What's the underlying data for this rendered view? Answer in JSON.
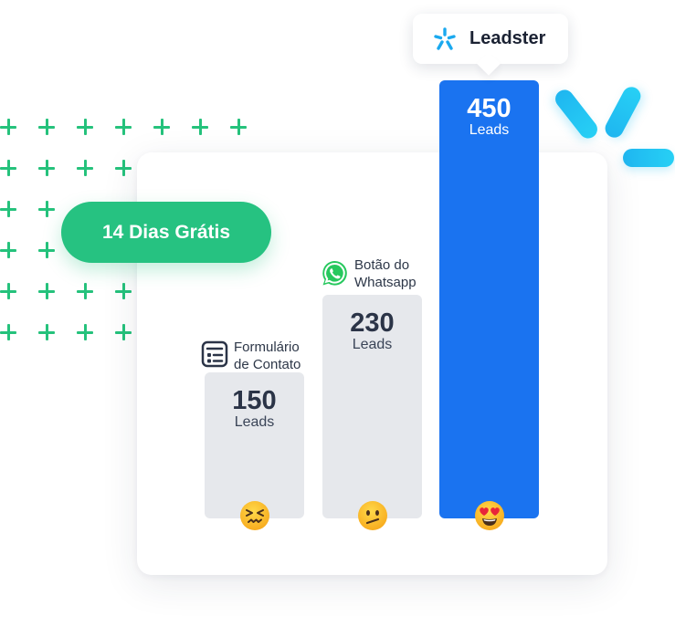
{
  "promo": {
    "label": "14 Dias Grátis"
  },
  "brand": {
    "name": "Leadster",
    "accent": "#1a73f0",
    "icon": "leadster-logo-icon"
  },
  "chart_data": {
    "type": "bar",
    "categories": [
      "Formulário de Contato",
      "Botão do Whatsapp",
      "Leadster"
    ],
    "values": [
      150,
      230,
      450
    ],
    "unit": "Leads",
    "bars": [
      {
        "value": 150,
        "value_text": "150",
        "unit": "Leads",
        "label_lines": [
          "Formulário",
          "de Contato"
        ],
        "icon": "form-icon",
        "emoji": "confounded-face-emoji",
        "color": "#e6e8ec"
      },
      {
        "value": 230,
        "value_text": "230",
        "unit": "Leads",
        "label_lines": [
          "Botão do",
          "Whatsapp"
        ],
        "icon": "whatsapp-icon",
        "emoji": "confused-face-emoji",
        "color": "#e6e8ec"
      },
      {
        "value": 450,
        "value_text": "450",
        "unit": "Leads",
        "label_lines": [],
        "icon": "leadster-logo-icon",
        "emoji": "heart-eyes-emoji",
        "color": "#1a73f0"
      }
    ],
    "ylim": [
      0,
      450
    ]
  }
}
